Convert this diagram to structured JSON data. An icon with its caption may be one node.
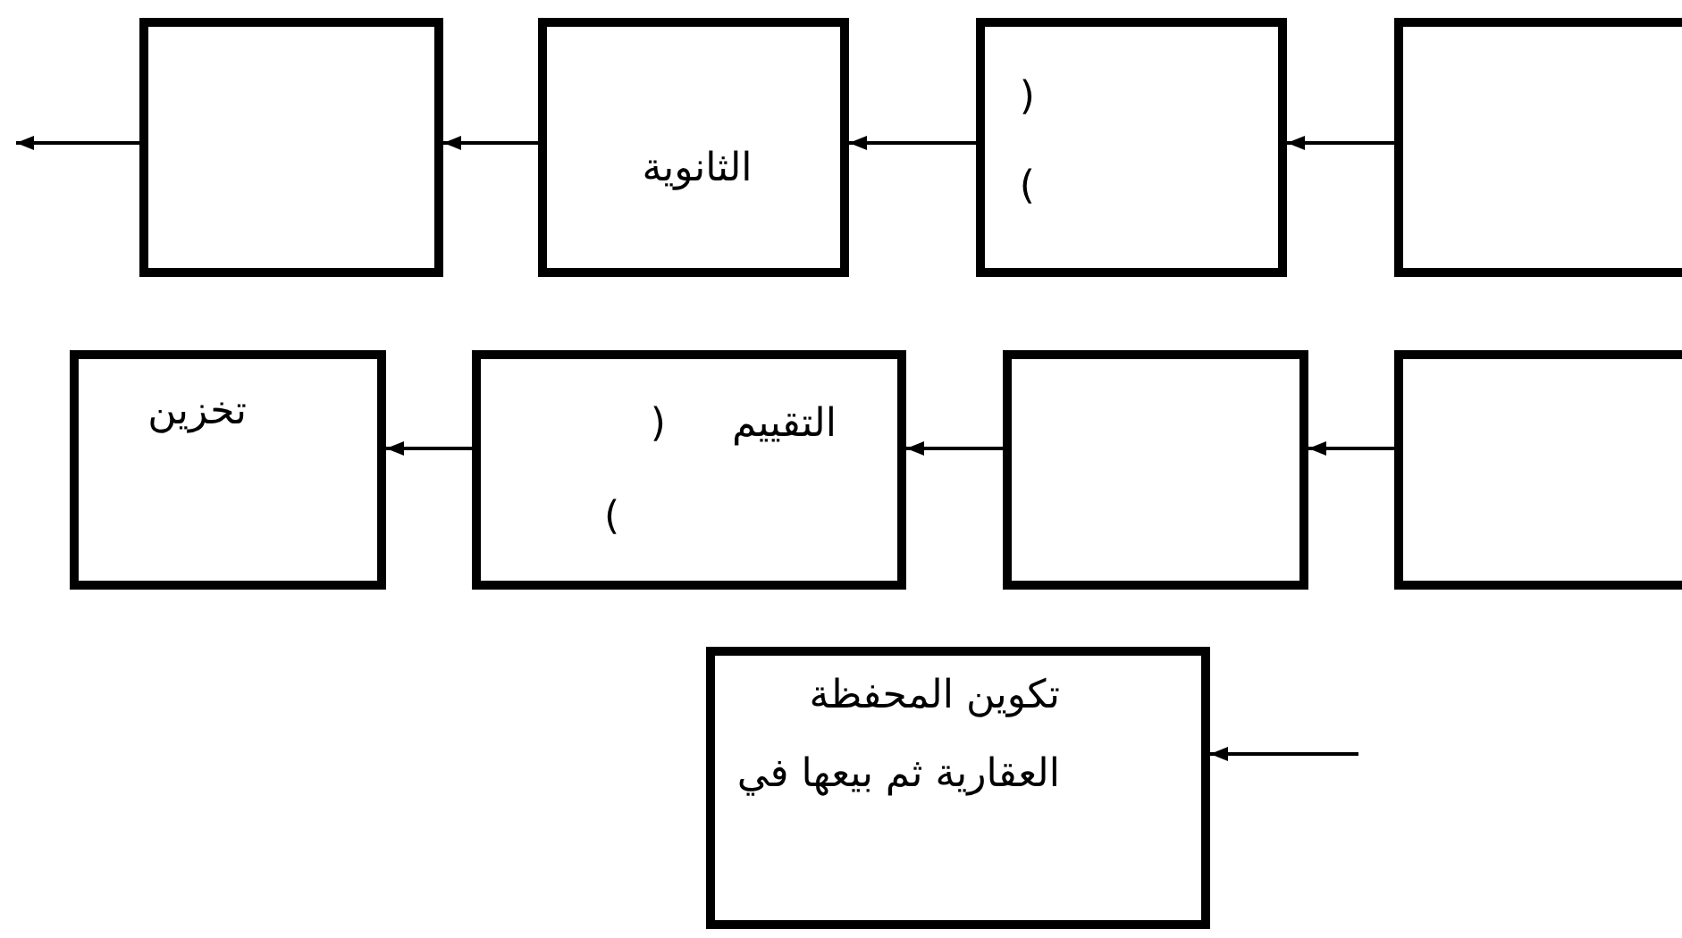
{
  "diagram": {
    "nodes": [
      {
        "text": [],
        "shape": "box"
      },
      {
        "text": [
          "الثانوية"
        ]
      },
      {
        "text": [
          "( )"
        ]
      },
      {
        "text": [],
        "shape": "box"
      },
      {
        "text": [
          "تخزين"
        ]
      },
      {
        "text": [
          "التقييم ( )"
        ]
      },
      {
        "text": [],
        "shape": "box"
      },
      {
        "text": [],
        "shape": "box"
      },
      {
        "text": [
          "تكوين المحفظة العقارية ثم بيعها في"
        ]
      }
    ],
    "edges": [
      {
        "from": 0,
        "to": null,
        "arrow": "to"
      },
      {
        "from": 1,
        "to": 0,
        "arrow": "to"
      },
      {
        "from": 2,
        "to": 1,
        "arrow": "to"
      },
      {
        "from": 3,
        "to": 2,
        "arrow": "to"
      },
      {
        "from": 5,
        "to": 4,
        "arrow": "to"
      },
      {
        "from": 6,
        "to": 5,
        "arrow": "to"
      },
      {
        "from": 7,
        "to": 6,
        "arrow": "to"
      },
      {
        "from": null,
        "to": 8,
        "arrow": "to"
      }
    ]
  }
}
